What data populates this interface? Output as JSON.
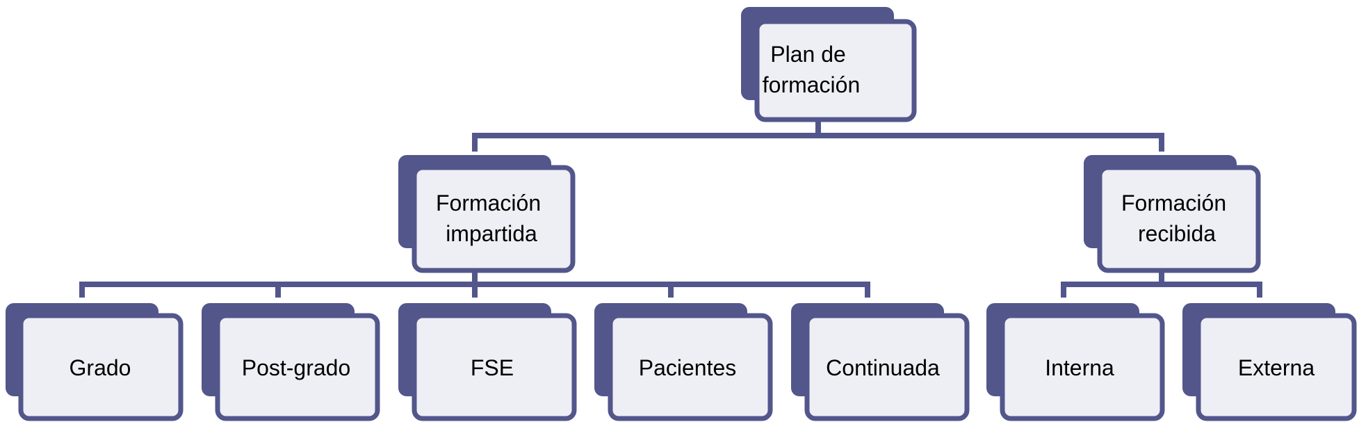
{
  "colors": {
    "shadow": "#52568b",
    "border": "#52568b",
    "fill": "#eeeef5",
    "connector": "#52568b",
    "text": "#000000"
  },
  "nodes": {
    "root": {
      "lines": [
        "Plan de",
        "formación"
      ]
    },
    "impartida": {
      "lines": [
        "Formación",
        "impartida"
      ]
    },
    "recibida": {
      "lines": [
        "Formación",
        "recibida"
      ]
    },
    "grado": {
      "lines": [
        "Grado"
      ]
    },
    "postgrado": {
      "lines": [
        "Post-grado"
      ]
    },
    "fse": {
      "lines": [
        "FSE"
      ]
    },
    "pacientes": {
      "lines": [
        "Pacientes"
      ]
    },
    "continuada": {
      "lines": [
        "Continuada"
      ]
    },
    "interna": {
      "lines": [
        "Interna"
      ]
    },
    "externa": {
      "lines": [
        "Externa"
      ]
    }
  },
  "edges": [
    {
      "from": "root",
      "to": "impartida"
    },
    {
      "from": "root",
      "to": "recibida"
    },
    {
      "from": "impartida",
      "to": "grado"
    },
    {
      "from": "impartida",
      "to": "postgrado"
    },
    {
      "from": "impartida",
      "to": "fse"
    },
    {
      "from": "impartida",
      "to": "pacientes"
    },
    {
      "from": "impartida",
      "to": "continuada"
    },
    {
      "from": "recibida",
      "to": "interna"
    },
    {
      "from": "recibida",
      "to": "externa"
    }
  ]
}
